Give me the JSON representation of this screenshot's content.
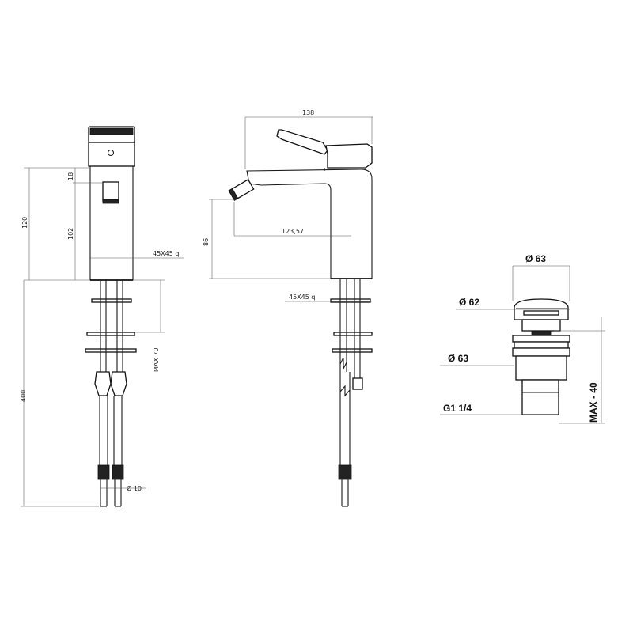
{
  "front_view": {
    "dim_total_height": "120",
    "dim_cap": "18",
    "dim_body": "102",
    "dim_flex_hose": "400",
    "dim_max": "MAX 70",
    "dim_section": "45X45 q",
    "dim_hose_dia": "Ø 10"
  },
  "side_view": {
    "dim_width": "138",
    "dim_reach": "123,57",
    "dim_spout_height": "86",
    "dim_section": "45X45 q"
  },
  "waste_view": {
    "dim_top_dia": "Ø 63",
    "dim_cap_dia": "Ø 62",
    "dim_body_dia": "Ø 63",
    "dim_thread": "G1 1/4",
    "dim_max": "MAX - 40"
  }
}
